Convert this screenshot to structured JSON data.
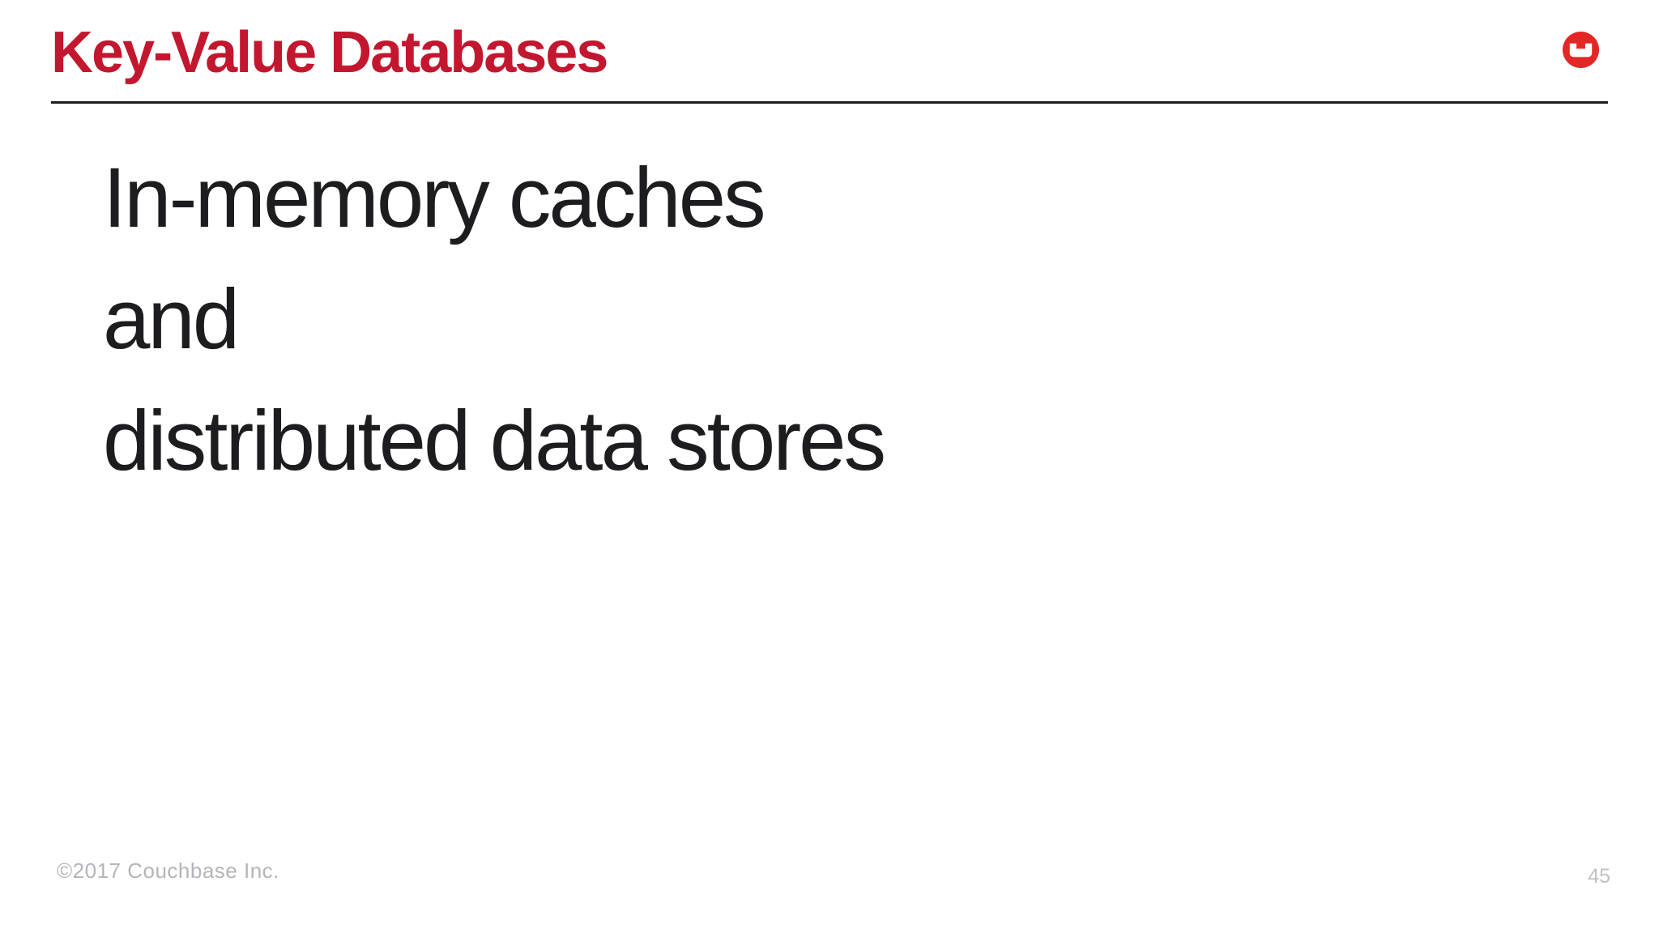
{
  "slide": {
    "header": {
      "title": "Key-Value Databases"
    },
    "logo": {
      "name": "couchbase-logo",
      "circle_color": "#e22726",
      "glyph_color": "#ffffff"
    },
    "body": {
      "lines": [
        "In-memory caches",
        "and",
        "distributed data stores"
      ]
    },
    "footer": {
      "copyright": "©2017 Couchbase Inc.",
      "page_number": "45"
    },
    "colors": {
      "title_red": "#c3172f",
      "body_text": "#1d1d20",
      "divider": "#1d1d1d",
      "footer_gray": "#b5b4b9",
      "background": "#ffffff"
    }
  }
}
